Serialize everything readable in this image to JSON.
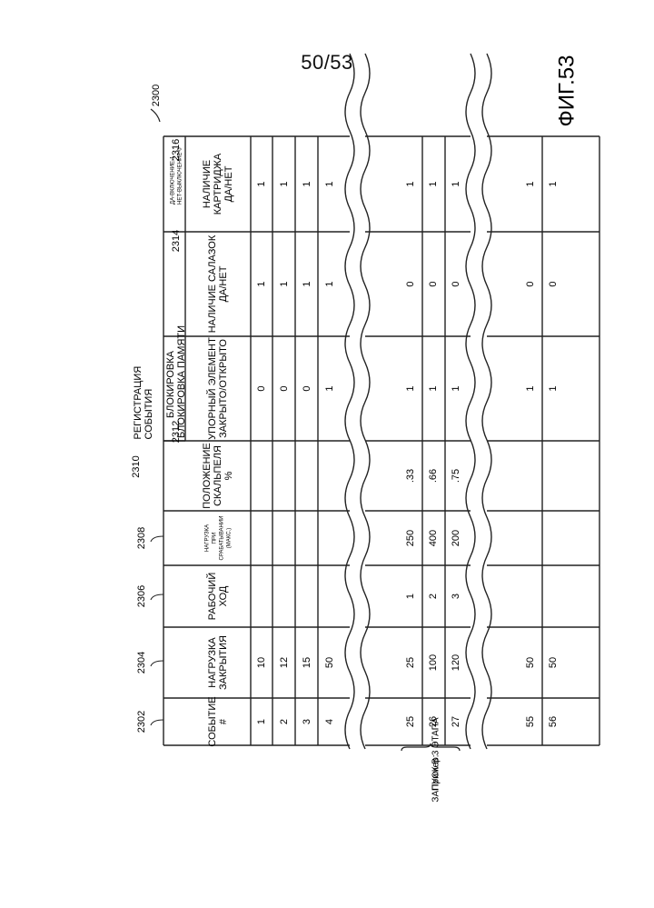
{
  "page_number": "50/53",
  "figure": {
    "label": "ФИГ.53",
    "ref_main": "2300",
    "event_registration": "РЕГИСТРАЦИЯ СОБЫТИЯ",
    "ref_event_registration": "2310",
    "lock_group_title": "БЛОКИРОВКА",
    "lock_group_subtitle": "БЛОКИРОВКА ПАМЯТИ",
    "yes_no_note_1": "ДА-ВКЛЮЧЕНИЕ-1",
    "yes_no_note_2": "НЕТ-ВЫКЛЮЧЕНИЕ-0",
    "side_note_1": "Пример:",
    "side_note_2": "ЗАПУСК В 3 ЭТАПА"
  },
  "columns": [
    {
      "ref": "2302",
      "header": "СОБЫТИЕ #"
    },
    {
      "ref": "2304",
      "header": "НАГРУЗКА ЗАКРЫТИЯ"
    },
    {
      "ref": "2306",
      "header": "РАБОЧИЙ ХОД"
    },
    {
      "ref": "2308",
      "header": "НАГРУЗКА ПРИ СРАБАТЫВАНИИ (МАКС.)"
    },
    {
      "ref": "",
      "header": "ПОЛОЖЕНИЕ СКАЛЬПЕЛЯ %"
    },
    {
      "ref": "2312",
      "header": "УПОРНЫЙ ЭЛЕМЕНТ ЗАКРЫТО/ОТКРЫТО"
    },
    {
      "ref": "2314",
      "header": "НАЛИЧИЕ САЛАЗОК ДА/НЕТ"
    },
    {
      "ref": "2316",
      "header": "НАЛИЧИЕ КАРТРИДЖА ДА/НЕТ"
    }
  ],
  "rows_a": [
    [
      "1",
      "10",
      "",
      "",
      "",
      "0",
      "1",
      "1"
    ],
    [
      "2",
      "12",
      "",
      "",
      "",
      "0",
      "1",
      "1"
    ],
    [
      "3",
      "15",
      "",
      "",
      "",
      "0",
      "1",
      "1"
    ],
    [
      "4",
      "50",
      "",
      "",
      "",
      "1",
      "1",
      "1"
    ]
  ],
  "rows_b": [
    [
      "25",
      "25",
      "1",
      "250",
      ".33",
      "1",
      "0",
      "1"
    ],
    [
      "26",
      "100",
      "2",
      "400",
      ".66",
      "1",
      "0",
      "1"
    ],
    [
      "27",
      "120",
      "3",
      "200",
      ".75",
      "1",
      "0",
      "1"
    ]
  ],
  "rows_c": [
    [
      "55",
      "50",
      "",
      "",
      "",
      "1",
      "0",
      "1"
    ],
    [
      "56",
      "50",
      "",
      "",
      "",
      "1",
      "0",
      "1"
    ]
  ]
}
